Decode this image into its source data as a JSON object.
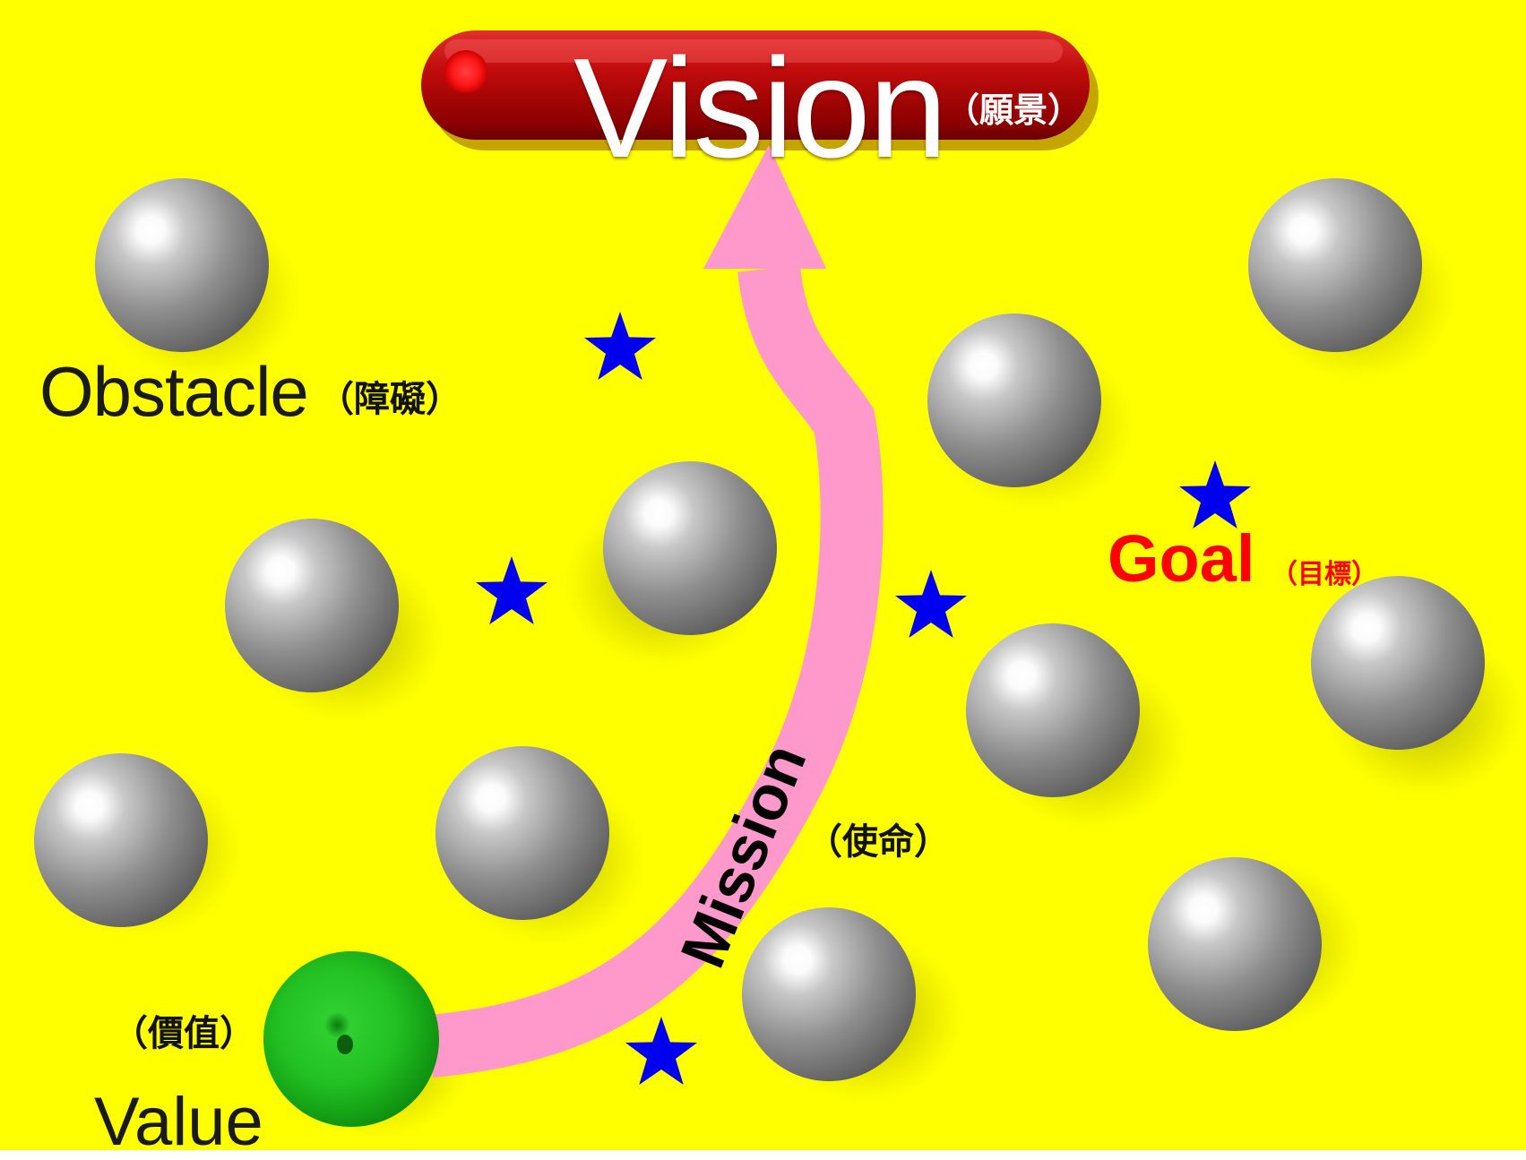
{
  "vision": {
    "word": "Vision",
    "chinese": "（願景）"
  },
  "obstacle": {
    "word": "Obstacle",
    "chinese": "（障礙）"
  },
  "goal": {
    "word": "Goal",
    "chinese": "（目標）"
  },
  "mission": {
    "word": "Mission",
    "chinese": "（使命）"
  },
  "value": {
    "word": "Value",
    "chinese": "（價值）"
  },
  "colors": {
    "background": "#ffff00",
    "vision_pill": "#b00000",
    "mission_path": "#ff99cc",
    "stars": "#0000ee",
    "obstacle_spheres": "#8a8a8a",
    "value_sphere": "#22cc22",
    "goal_text": "#ff0000"
  },
  "icons": [
    "gray-sphere-icon",
    "green-sphere-icon",
    "blue-star-icon",
    "arrow-icon"
  ]
}
